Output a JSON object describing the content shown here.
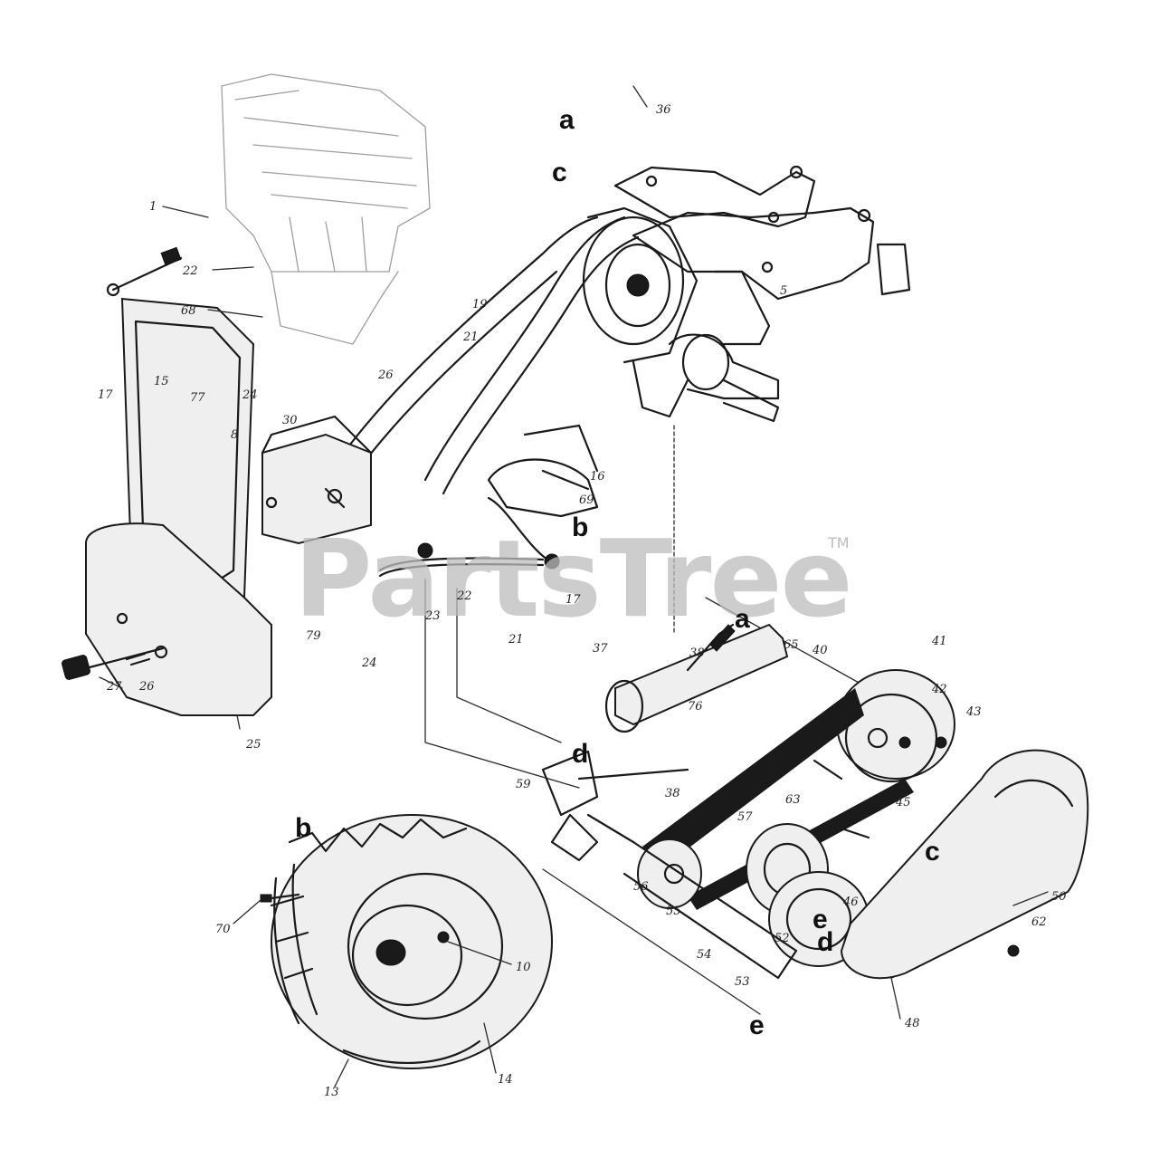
{
  "watermark": {
    "brand": "PartsTree",
    "trademark": "TM"
  },
  "callouts": {
    "a_top": "a",
    "c_top": "c",
    "b_mid": "b",
    "a_mid": "a",
    "d_mid": "d",
    "c_right": "c",
    "d_low": "d",
    "e_pulley": "e",
    "e_bottom": "e",
    "b_wheel": "b"
  },
  "part_numbers": {
    "p36_top": "36",
    "p1": "1",
    "p22": "22",
    "p68": "68",
    "p19": "19",
    "p21": "21",
    "p17": "17",
    "p15": "15",
    "p77": "77",
    "p24a": "24",
    "p26a": "26",
    "p30": "30",
    "p8": "8",
    "p16": "16",
    "p69": "69",
    "p17b": "17",
    "p22b": "22",
    "p23": "23",
    "p21b": "21",
    "p79": "79",
    "p24b": "24",
    "p27": "27",
    "p26b": "26",
    "p25": "25",
    "p5": "5",
    "p37": "37",
    "p38": "38",
    "p76": "76",
    "p65": "65",
    "p40": "40",
    "p41": "41",
    "p42": "42",
    "p43": "43",
    "p59": "59",
    "p38b": "38",
    "p63": "63",
    "p45": "45",
    "p57": "57",
    "p56": "56",
    "p55": "55",
    "p54": "54",
    "p53": "53",
    "p52": "52",
    "p46": "46",
    "p50": "50",
    "p62": "62",
    "p70": "70",
    "p10": "10",
    "p13": "13",
    "p14": "14",
    "p48": "48"
  }
}
